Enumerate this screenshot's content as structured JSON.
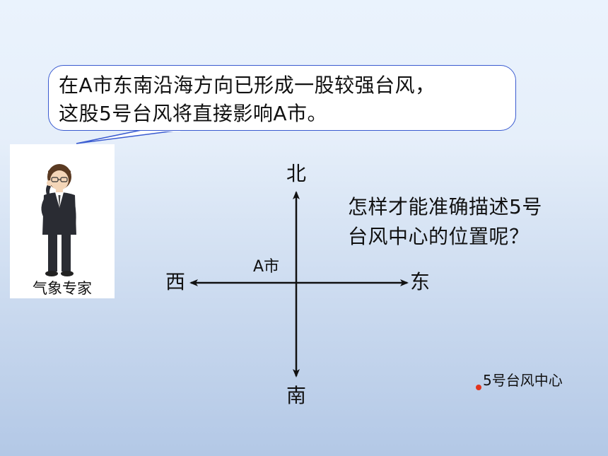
{
  "bubble": {
    "line1": "在A市东南沿海方向已形成一股较强台风，",
    "line2": "这股5号台风将直接影响A市。"
  },
  "expert": {
    "label": "气象专家"
  },
  "compass": {
    "north": "北",
    "south": "南",
    "east": "东",
    "west": "西",
    "center_label": "A市"
  },
  "question": {
    "line1": "怎样才能准确描述5号",
    "line2": "台风中心的位置呢？"
  },
  "typhoon": {
    "label": "5号台风中心",
    "dot_color": "#e2341e"
  },
  "colors": {
    "bubble_border": "#3a5bd0",
    "axis": "#111111"
  }
}
